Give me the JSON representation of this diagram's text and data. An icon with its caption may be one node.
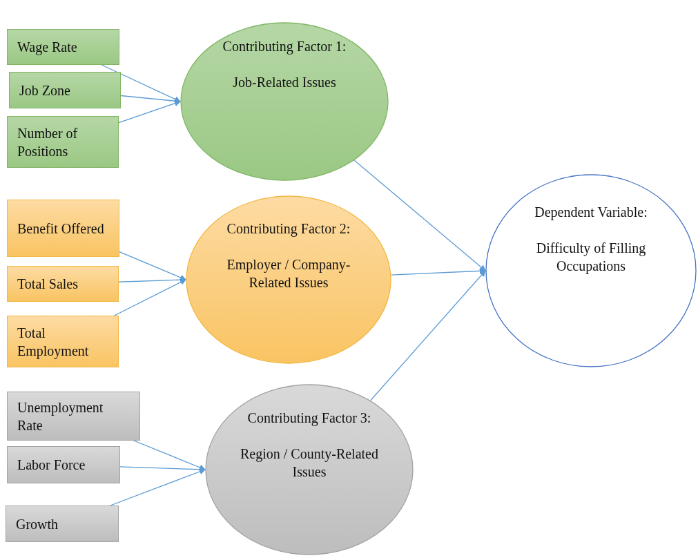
{
  "diagram": {
    "nodes": [
      {
        "text": [
          "Wage Rate"
        ]
      },
      {
        "text": [
          "Job Zone"
        ]
      },
      {
        "text": [
          "Number of Positions"
        ]
      },
      {
        "text": [
          "Contributing Factor 1:",
          "Job-Related Issues"
        ]
      },
      {
        "text": [
          "Benefit Offered"
        ]
      },
      {
        "text": [
          "Total Sales"
        ]
      },
      {
        "text": [
          "Total Employment"
        ]
      },
      {
        "text": [
          "Contributing Factor 2:",
          "Employer / Company-Related Issues"
        ]
      },
      {
        "text": [
          "Dependent Variable:",
          "Difficulty of Filling Occupations"
        ]
      },
      {
        "text": [
          "Unemployment Rate"
        ]
      },
      {
        "text": [
          "Labor Force"
        ]
      },
      {
        "text": [
          "Growth"
        ]
      },
      {
        "text": [
          "Contributing Factor 3:",
          "Region / County-Related Issues"
        ]
      }
    ],
    "edges": [
      {
        "from": 0,
        "to": 3,
        "arrow": "to"
      },
      {
        "from": 1,
        "to": 3,
        "arrow": "to"
      },
      {
        "from": 2,
        "to": 3,
        "arrow": "to"
      },
      {
        "from": 4,
        "to": 7,
        "arrow": "to"
      },
      {
        "from": 5,
        "to": 7,
        "arrow": "to"
      },
      {
        "from": 6,
        "to": 7,
        "arrow": "to"
      },
      {
        "from": 9,
        "to": 12,
        "arrow": "to"
      },
      {
        "from": 10,
        "to": 12,
        "arrow": "to"
      },
      {
        "from": 11,
        "to": 12,
        "arrow": "to"
      },
      {
        "from": 3,
        "to": 8,
        "arrow": "to"
      },
      {
        "from": 7,
        "to": 8,
        "arrow": "to"
      },
      {
        "from": 12,
        "to": 8,
        "arrow": "to"
      }
    ]
  }
}
